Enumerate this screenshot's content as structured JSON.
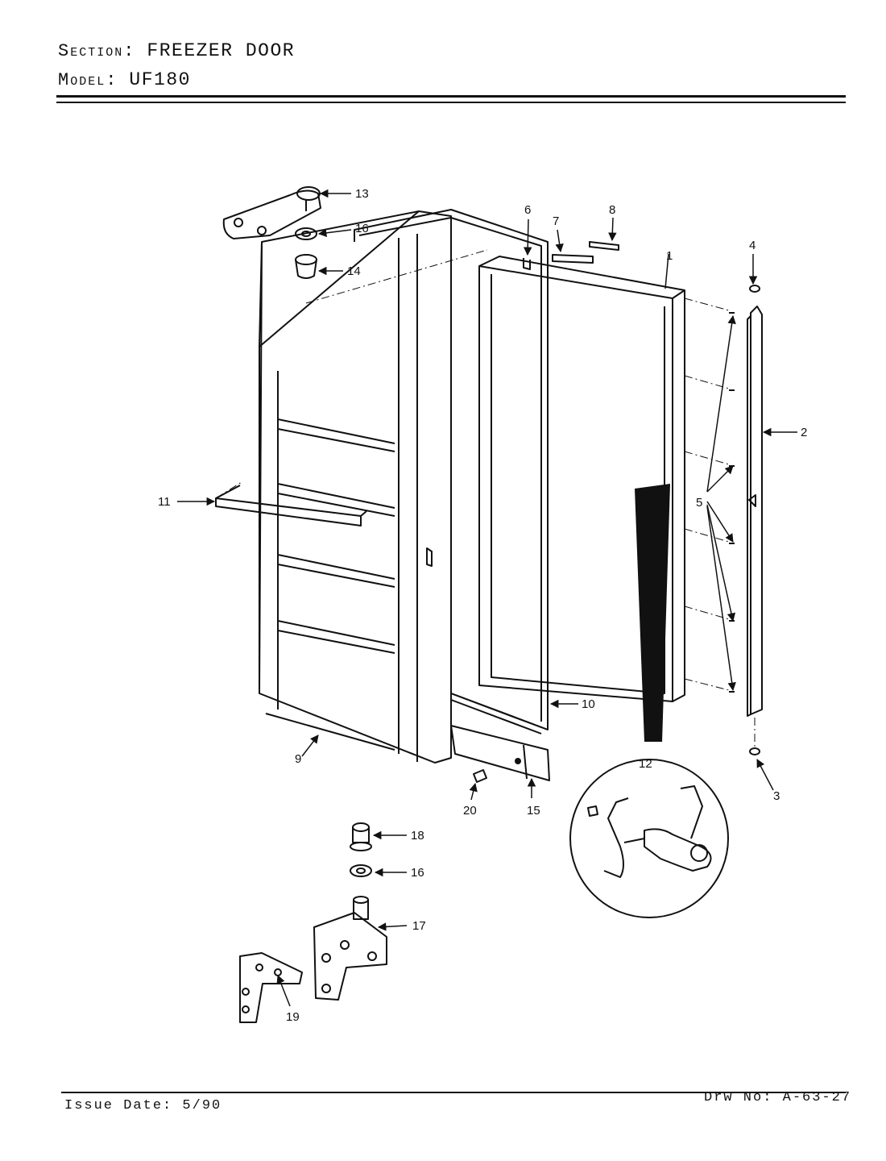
{
  "header": {
    "section_label": "Section:",
    "section_value": "FREEZER DOOR",
    "model_label": "Model:",
    "model_value": "UF180"
  },
  "footer": {
    "issue_date": "Issue Date: 5/90",
    "drawing_no": "Drw No: A-63-27"
  },
  "callouts": {
    "c1": "1",
    "c2": "2",
    "c3": "3",
    "c4": "4",
    "c5": "5",
    "c6": "6",
    "c7": "7",
    "c8": "8",
    "c9": "9",
    "c10": "10",
    "c11": "11",
    "c12": "12",
    "c13": "13",
    "c14": "14",
    "c15": "15",
    "c16a": "16",
    "c16b": "16",
    "c17": "17",
    "c18": "18",
    "c19": "19",
    "c20": "20"
  }
}
